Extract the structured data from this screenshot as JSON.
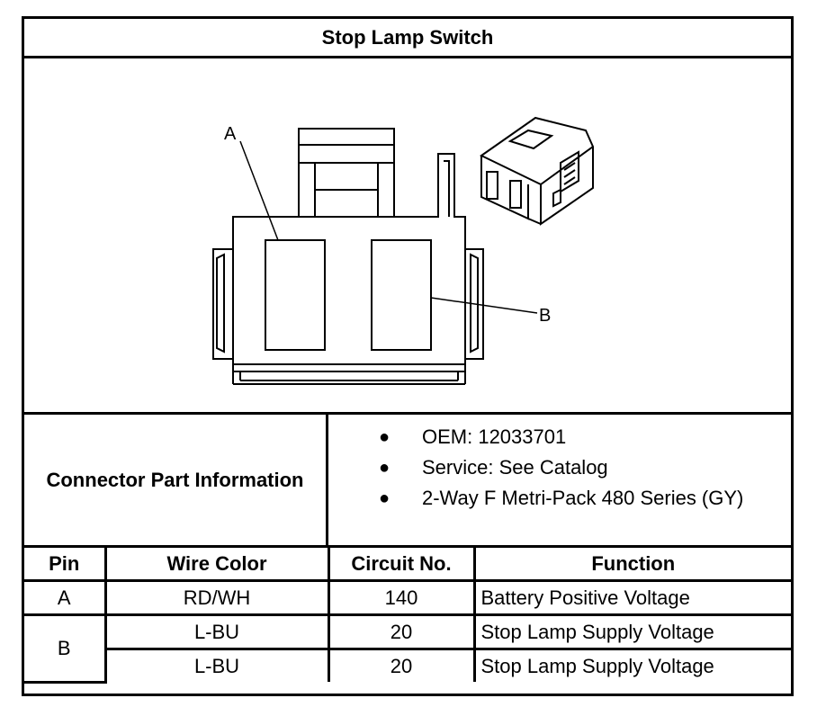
{
  "title": "Stop Lamp Switch",
  "diagram": {
    "callout_a": "A",
    "callout_b": "B"
  },
  "connector_info": {
    "label": "Connector Part Information",
    "items": [
      "OEM: 12033701",
      "Service: See Catalog",
      "2-Way F Metri-Pack 480 Series (GY)"
    ]
  },
  "pin_table": {
    "headers": [
      "Pin",
      "Wire Color",
      "Circuit No.",
      "Function"
    ],
    "rows": [
      {
        "pin": "A",
        "wire_color": "RD/WH",
        "circuit": "140",
        "function": "Battery Positive Voltage"
      },
      {
        "pin": "B",
        "wire_color": "L-BU",
        "circuit": "20",
        "function": "Stop Lamp Supply Voltage"
      },
      {
        "pin": "",
        "wire_color": "L-BU",
        "circuit": "20",
        "function": "Stop Lamp Supply Voltage"
      }
    ]
  }
}
